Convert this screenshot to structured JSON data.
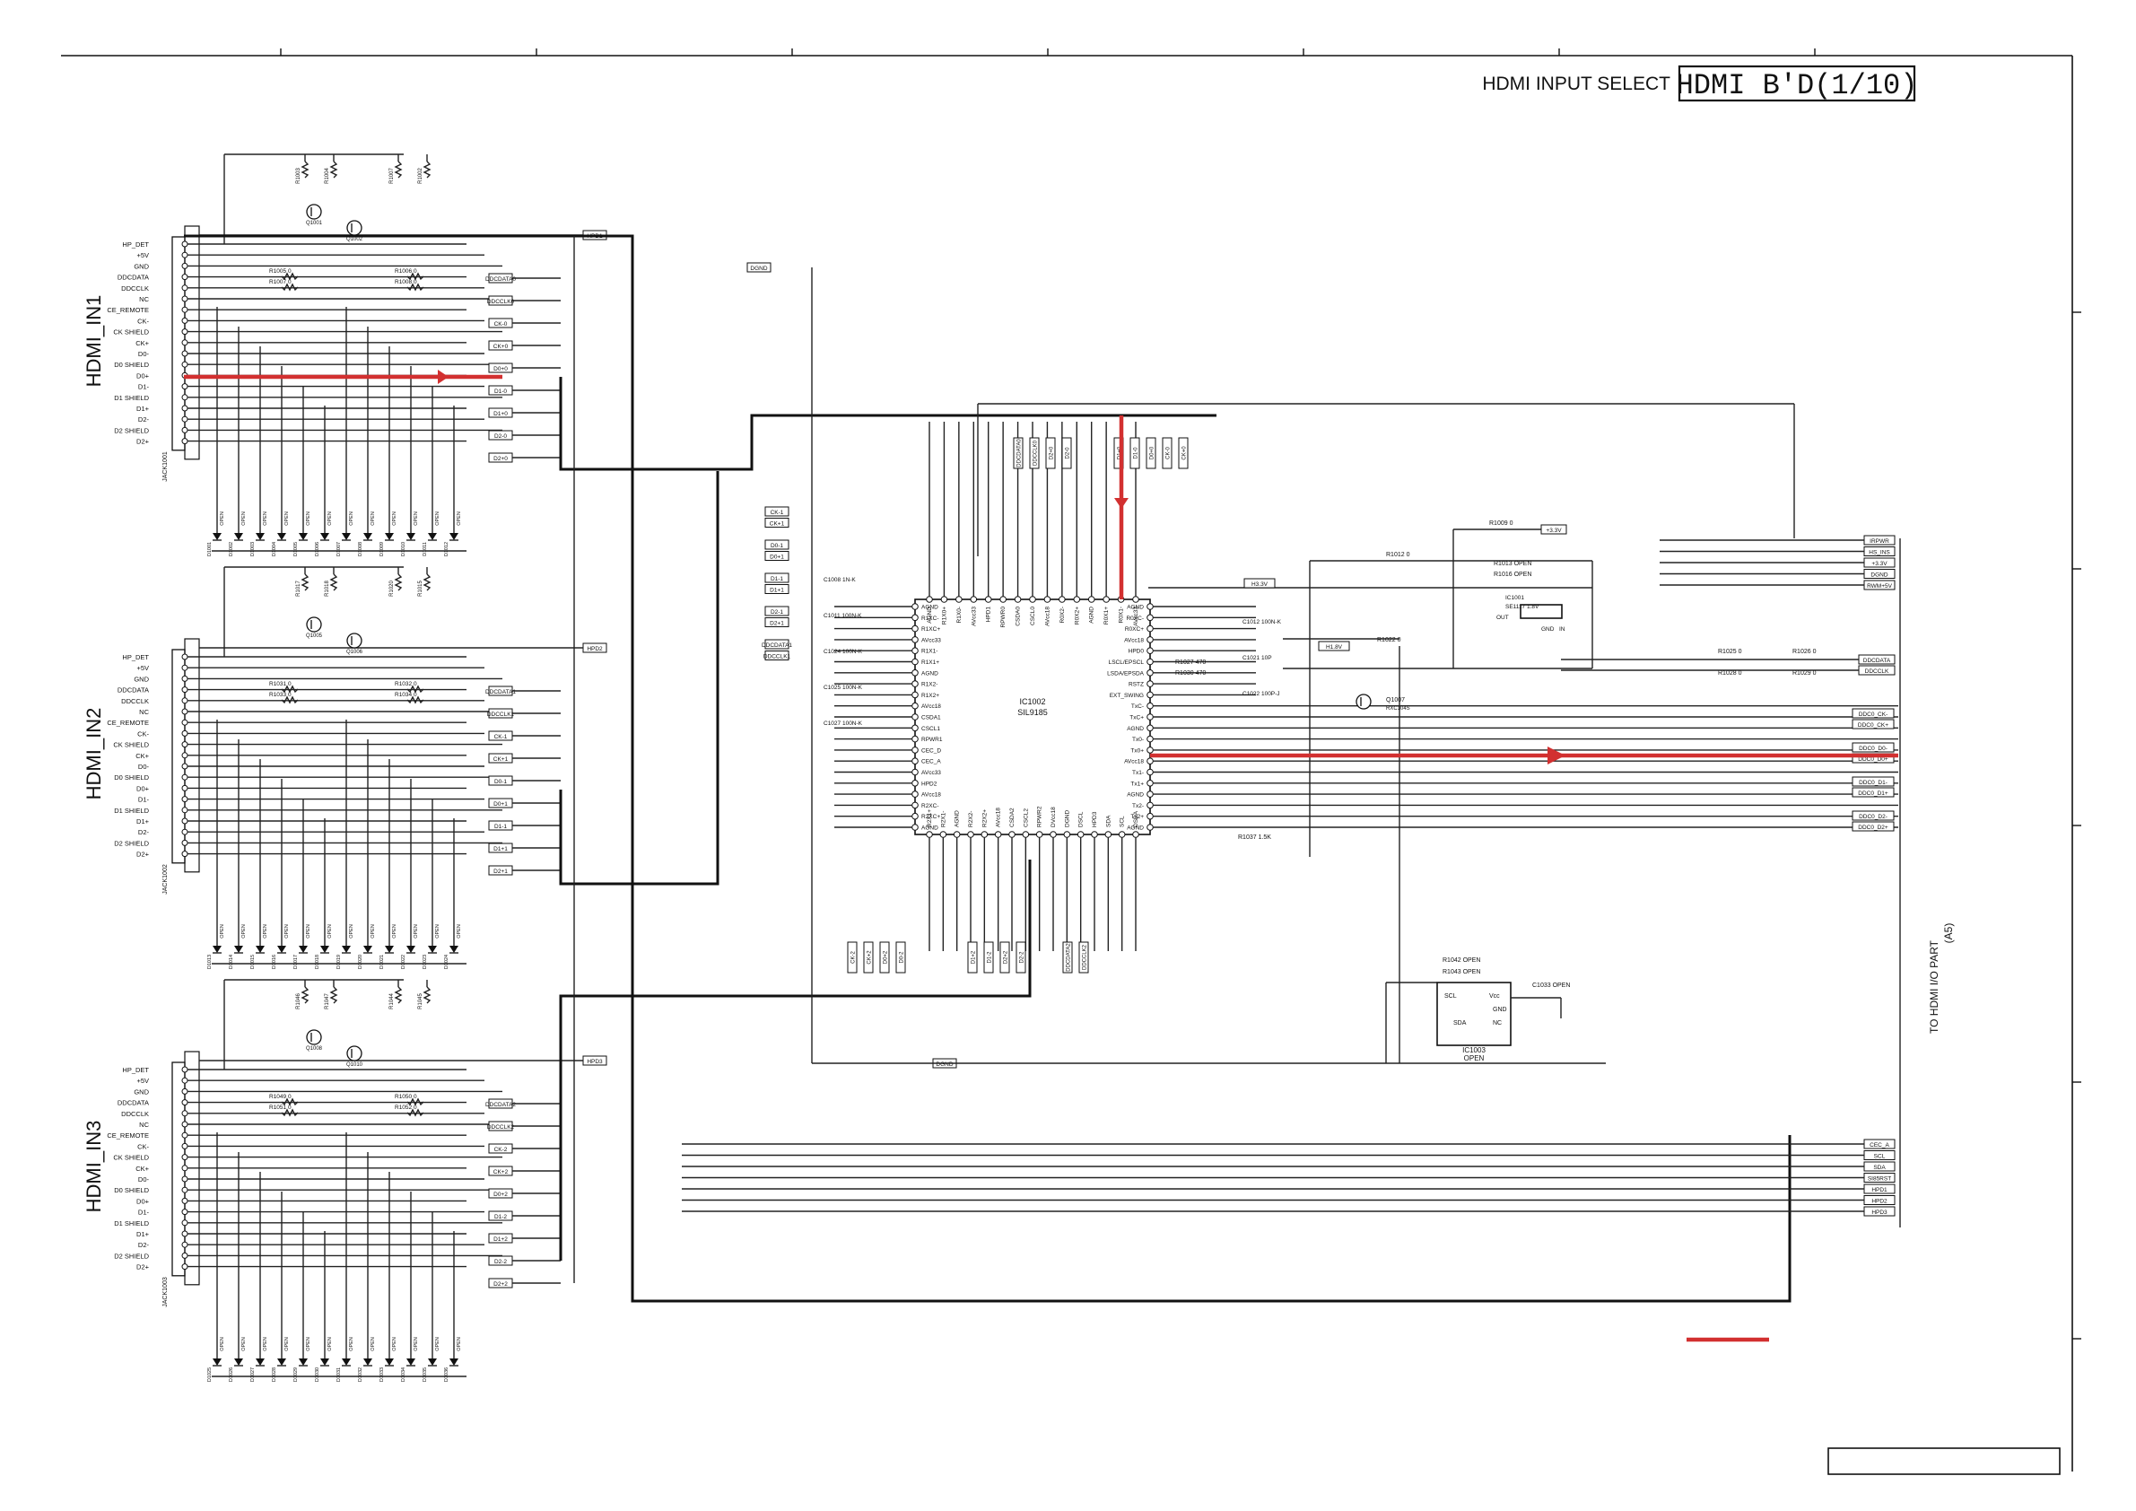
{
  "header": {
    "section_label": "HDMI INPUT SELECT",
    "board_label": "HDMI B'D(1/10)"
  },
  "connectors": [
    {
      "title": "HDMI_IN1",
      "ref": "JACK1001",
      "hpd_net": "HPD1",
      "pins": [
        "HP_DET",
        "+5V",
        "GND",
        "DDCDATA",
        "DDCCLK",
        "NC",
        "CE_REMOTE",
        "CK-",
        "CK SHIELD",
        "CK+",
        "D0-",
        "D0 SHIELD",
        "D0+",
        "D1-",
        "D1 SHIELD",
        "D1+",
        "D2-",
        "D2 SHIELD",
        "D2+"
      ],
      "nets": [
        "DDCDATA0",
        "DDCCLK0",
        "CK-0",
        "CK+0",
        "D0+0",
        "D1-0",
        "D1+0",
        "D2-0",
        "D2+0"
      ],
      "res": [
        "R1003",
        "R1004",
        "R1007",
        "R1002"
      ],
      "series": [
        "R1005  0",
        "R1006  0",
        "R1007  0",
        "R1008  0"
      ],
      "q": [
        "Q1001",
        "Q1002"
      ],
      "diodes": [
        "D1001",
        "D1002",
        "D1003",
        "D1004",
        "D1005",
        "D1006",
        "D1007",
        "D1008",
        "D1009",
        "D1010",
        "D1011",
        "D1012"
      ]
    },
    {
      "title": "HDMI_IN2",
      "ref": "JACK1002",
      "hpd_net": "HPD2",
      "pins": [
        "HP_DET",
        "+5V",
        "GND",
        "DDCDATA",
        "DDCCLK",
        "NC",
        "CE_REMOTE",
        "CK-",
        "CK SHIELD",
        "CK+",
        "D0-",
        "D0 SHIELD",
        "D0+",
        "D1-",
        "D1 SHIELD",
        "D1+",
        "D2-",
        "D2 SHIELD",
        "D2+"
      ],
      "nets": [
        "DDCDATA1",
        "DDCCLK1",
        "CK-1",
        "CK+1",
        "D0-1",
        "D0+1",
        "D1-1",
        "D1+1",
        "D2+1"
      ],
      "res": [
        "R1017",
        "R1018",
        "R1020",
        "R1015"
      ],
      "series": [
        "R1031  0",
        "R1032  0",
        "R1033  0",
        "R1034  0"
      ],
      "q": [
        "Q1005",
        "Q1006"
      ],
      "diodes": [
        "D1013",
        "D1014",
        "D1015",
        "D1016",
        "D1017",
        "D1018",
        "D1019",
        "D1020",
        "D1021",
        "D1022",
        "D1023",
        "D1024"
      ]
    },
    {
      "title": "HDMI_IN3",
      "ref": "JACK1003",
      "hpd_net": "HPD3",
      "pins": [
        "HP_DET",
        "+5V",
        "GND",
        "DDCDATA",
        "DDCCLK",
        "NC",
        "CE_REMOTE",
        "CK-",
        "CK SHIELD",
        "CK+",
        "D0-",
        "D0 SHIELD",
        "D0+",
        "D1-",
        "D1 SHIELD",
        "D1+",
        "D2-",
        "D2 SHIELD",
        "D2+"
      ],
      "nets": [
        "DDCDATA2",
        "DDCCLK2",
        "CK-2",
        "CK+2",
        "D0+2",
        "D1-2",
        "D1+2",
        "D2-2",
        "D2+2"
      ],
      "res": [
        "R1046",
        "R1047",
        "R1044",
        "R1045"
      ],
      "series": [
        "R1049  0",
        "R1050  0",
        "R1051  0",
        "R1052  0"
      ],
      "q": [
        "Q1008",
        "Q1010"
      ],
      "diodes": [
        "D1025",
        "D1026",
        "D1027",
        "D1028",
        "D1029",
        "D1030",
        "D1031",
        "D1032",
        "D1033",
        "D1034",
        "D1035",
        "D1036"
      ]
    }
  ],
  "open_label": "OPEN",
  "dgnd_label": "DGND",
  "ic": {
    "ref": "IC1002",
    "part": "SIL9185",
    "left_pins": [
      "AGND",
      "R1XC-",
      "R1XC+",
      "AVcc33",
      "R1X1-",
      "R1X1+",
      "AGND",
      "R1X2-",
      "R1X2+",
      "AVcc18",
      "CSDA1",
      "CSCL1",
      "RPWR1",
      "CEC_D",
      "CEC_A",
      "AVcc33",
      "HPD2",
      "AVcc18",
      "R2XC-",
      "R2XC+",
      "AGND"
    ],
    "right_pins": [
      "AGND",
      "R0XC-",
      "R0XC+",
      "AVcc18",
      "HPD0",
      "LSCL/EPSCL",
      "LSDA/EPSDA",
      "RSTZ",
      "EXT_SWING",
      "TxC-",
      "TxC+",
      "AGND",
      "Tx0-",
      "Tx0+",
      "AVcc18",
      "Tx1-",
      "Tx1+",
      "AGND",
      "Tx2-",
      "Tx2+",
      "AGND"
    ],
    "top_pins": [
      "AGND",
      "R1X0+",
      "R1X0-",
      "AVcc33",
      "HPD1",
      "RPWR0",
      "CSDA0",
      "CSCL0",
      "AVcc18",
      "R0X2-",
      "R0X2+",
      "AGND",
      "R0X1+",
      "R0X1-",
      "AVcc33"
    ],
    "bottom_pins": [
      "R2X1+",
      "R2X1-",
      "AGND",
      "R2X2-",
      "R2X2+",
      "AVcc18",
      "CSDA2",
      "CSCL2",
      "RPWR2",
      "DVcc18",
      "DGND",
      "DSCL",
      "HPD3",
      "SDA",
      "SCL",
      "DSDA"
    ]
  },
  "ic_nets_left": [
    "CK-1",
    "CK+1",
    "D0-1",
    "D0+1",
    "D1-1",
    "D1+1",
    "D2-1",
    "D2+1",
    "DDCDATA1",
    "DDCCLK1"
  ],
  "ic_caps_left": [
    "C1008   1N-K",
    "C1011   100N-K",
    "C1024   100N-K",
    "C1025   100N-K",
    "C1027   100N-K"
  ],
  "ic_top_nets": [
    "DDCDATA0",
    "DDCCLK0",
    "D2+0",
    "D2-0",
    "D1+0",
    "D1-0",
    "D0+0",
    "CK-0",
    "CK+0"
  ],
  "ic_bottom_nets": [
    "CK-2",
    "CK+2",
    "D0+2",
    "D0-2",
    "D1+2",
    "D1-2",
    "D2+2",
    "D2-2",
    "DDCDATA2",
    "DDCCLK2"
  ],
  "right_parts": {
    "h33": "H3.3V",
    "h18": "H1.8V",
    "p33": "+3.3V",
    "res": [
      "R1009  0",
      "R1012  0",
      "R1022  0",
      "R1027  470",
      "R1030  470",
      "R1037 1.5K",
      "R1013  OPEN",
      "R1016  OPEN",
      "R1025  0",
      "R1026  0",
      "R1028  0",
      "R1029  0"
    ],
    "regulator": [
      "IC1001",
      "SE1117 1.8V",
      "OUT",
      "IN",
      "GND"
    ],
    "q": "Q1007",
    "caps": [
      "C1012 100N-K",
      "C1021 10P",
      "C1022 100P-J"
    ],
    "q_part": "RXC104S"
  },
  "eeprom": {
    "ref": "IC1003",
    "status": "OPEN",
    "pins": [
      "SCL",
      "SDA",
      "Vcc",
      "GND",
      "NC"
    ],
    "res": [
      "R1042  OPEN",
      "R1043  OPEN",
      "C1033 OPEN"
    ]
  },
  "out_nets": [
    "DDC0_CK-",
    "DDC0_CK+",
    "DDC0_D0-",
    "DDC0_D0+",
    "DDC0_D1-",
    "DDC0_D1+",
    "DDC0_D2-",
    "DDC0_D2+"
  ],
  "top_right_nets": [
    "IRPWR",
    "HS_INS",
    "+3.3V",
    "DGND",
    "RWM+5V"
  ],
  "ddc_out": [
    "DDCDATA",
    "DDCCLK"
  ],
  "bottom_right_nets": [
    "CEC_A",
    "SCL",
    "SDA",
    "SI85RST",
    "HPD1",
    "HPD2",
    "HPD3"
  ],
  "side_label": "TO HDMI I/O PART",
  "side_sub": "(A5)"
}
